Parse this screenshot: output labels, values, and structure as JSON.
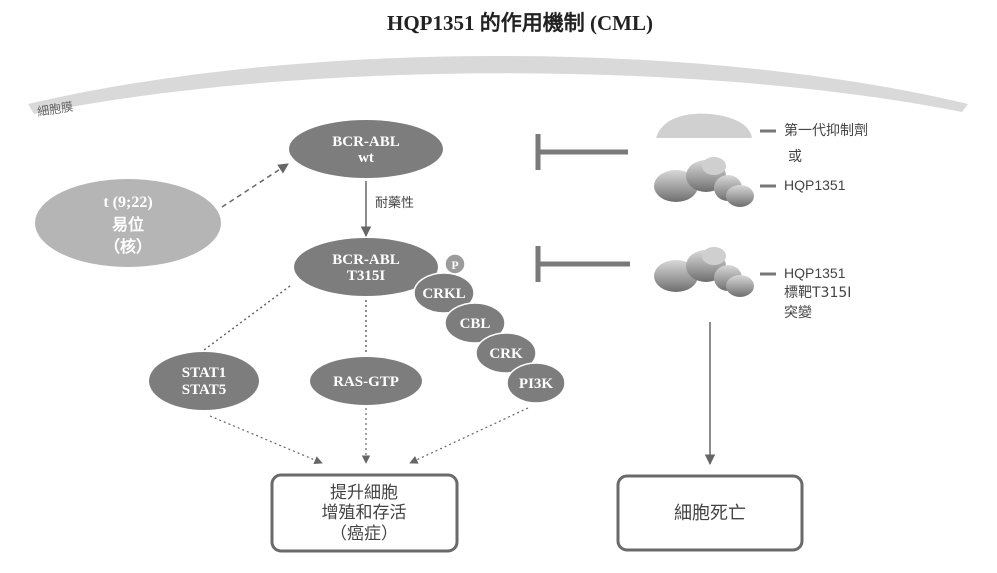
{
  "title": "HQP1351 的作用機制 (CML)",
  "membrane_label": "細胞膜",
  "translocation": {
    "line1": "t (9;22)",
    "line2": "易位",
    "line3": "（核）"
  },
  "bcr_abl_wt": {
    "line1": "BCR-ABL",
    "line2": "wt"
  },
  "resistance_label": "耐藥性",
  "bcr_abl_t315i": {
    "line1": "BCR-ABL",
    "line2": "T315I"
  },
  "phospho": "P",
  "chain": [
    "CRKL",
    "CBL",
    "CRK",
    "PI3K"
  ],
  "stat": {
    "line1": "STAT1",
    "line2": "STAT5"
  },
  "ras": "RAS-GTP",
  "outcome_proliferation": {
    "line1": "提升細胞",
    "line2": "增殖和存活",
    "line3": "（癌症）"
  },
  "outcome_death": "細胞死亡",
  "inhibitor_top": {
    "line1": "第一代抑制劑",
    "line2": "或",
    "line3": "HQP1351"
  },
  "inhibitor_bottom": {
    "line1": "HQP1351",
    "line2": "標靶T315I",
    "line3": "突變"
  },
  "colors": {
    "node_dark": "#7d7d7d",
    "node_light": "#b4b4b4",
    "membrane": "#d6d6d6",
    "box_border": "#6a6a6a",
    "arrow": "#666666"
  }
}
